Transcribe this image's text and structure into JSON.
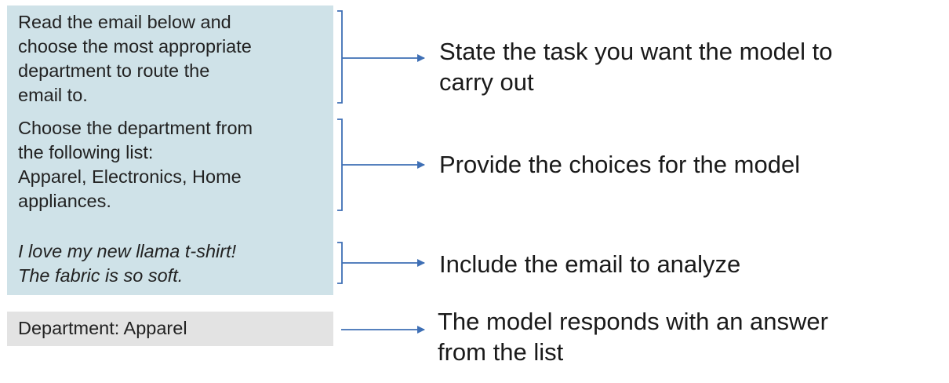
{
  "prompt": {
    "task_text": "Read the email below and\nchoose the most appropriate\ndepartment to route the\nemail to.",
    "choices_text": "Choose the department from\nthe following list:\nApparel, Electronics, Home\nappliances.",
    "email_text": "I love my new llama t-shirt!\nThe fabric is so soft."
  },
  "response": {
    "answer_text": "Department: Apparel"
  },
  "annotations": {
    "task": "State the task you want the model to\ncarry out",
    "choices": "Provide the choices for the model",
    "email": "Include the email to analyze",
    "answer": "The model responds with an answer\nfrom the list"
  },
  "colors": {
    "prompt_bg": "#cfe2e8",
    "response_bg": "#e3e3e3",
    "arrow": "#3e6fb5"
  }
}
